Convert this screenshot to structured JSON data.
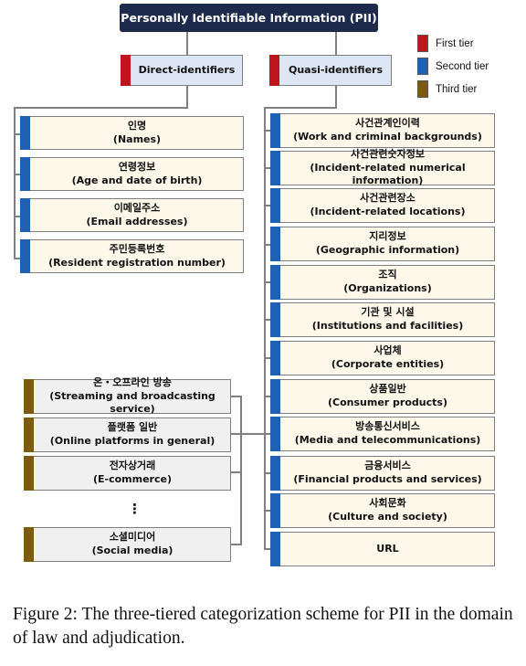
{
  "root": "Personally Identifiable Information (PII)",
  "legend": [
    {
      "label": "First tier",
      "color": "#c0151c"
    },
    {
      "label": "Second tier",
      "color": "#1f62b4"
    },
    {
      "label": "Third tier",
      "color": "#7b5a12"
    }
  ],
  "direct": {
    "label": "Direct-identifiers",
    "items": [
      {
        "ko": "인명",
        "en": "(Names)"
      },
      {
        "ko": "연령정보",
        "en": "(Age and date of birth)"
      },
      {
        "ko": "이메일주소",
        "en": "(Email addresses)"
      },
      {
        "ko": "주민등록번호",
        "en": "(Resident registration number)"
      }
    ]
  },
  "quasi": {
    "label": "Quasi-identifiers",
    "items": [
      {
        "ko": "사건관계인이력",
        "en": "(Work and criminal backgrounds)"
      },
      {
        "ko": "사건관련숫자정보",
        "en": "(Incident-related  numerical information)"
      },
      {
        "ko": "사건관련장소",
        "en": "(Incident-related locations)"
      },
      {
        "ko": "지리정보",
        "en": "(Geographic information)"
      },
      {
        "ko": "조직",
        "en": "(Organizations)"
      },
      {
        "ko": "기관 및 시설",
        "en": "(Institutions and facilities)"
      },
      {
        "ko": "사업체",
        "en": "(Corporate entities)"
      },
      {
        "ko": "상품일반",
        "en": "(Consumer products)"
      },
      {
        "ko": "방송통신서비스",
        "en": "(Media and telecommunications)"
      },
      {
        "ko": "금융서비스",
        "en": "(Financial products and services)"
      },
      {
        "ko": "사회문화",
        "en": "(Culture and society)"
      },
      {
        "ko": "URL",
        "en": ""
      }
    ]
  },
  "media": {
    "items": [
      {
        "ko": "온・오프라인 방송",
        "en": "(Streaming and broadcasting service)"
      },
      {
        "ko": "플랫폼 일반",
        "en": "(Online platforms in general)"
      },
      {
        "ko": "전자상거래",
        "en": "(E-commerce)"
      },
      {
        "ko": "소셜미디어",
        "en": "(Social media)"
      }
    ],
    "ellipsis": "⋮"
  },
  "caption": "Figure 2: The three-tiered categorization scheme for PII in the domain of law and adjudication."
}
